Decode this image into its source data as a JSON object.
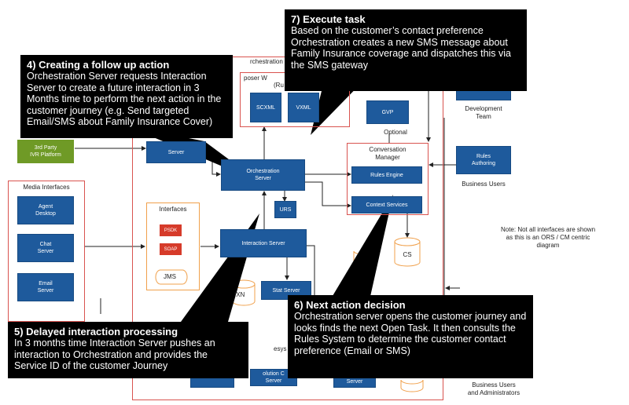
{
  "diagram": {
    "frame_partial_title": "rchestration",
    "composer_partial": "poser W",
    "composer_partial2": "(Ru",
    "scxml": "SCXML",
    "vxml": "VXML",
    "gvp": "GVP",
    "optional": "Optional",
    "third_party_ivr": "3rd Party\nIVR Platform",
    "partial_server": "Server",
    "orchestration_server": "Orchestration\nServer",
    "urs": "URS",
    "interaction_server": "Interaction Server",
    "stat_server": "Stat Server",
    "ixn": "IXN",
    "conversation_manager": "Conversation\nManager",
    "rules_engine": "Rules Engine",
    "context_services": "Context Services",
    "cs": "CS",
    "development_team": "Development\nTeam",
    "rules_authoring": "Rules\nAuthoring",
    "business_users": "Business Users",
    "note": "Note: Not all interfaces are shown\nas this is an ORS / CM centric\ndiagram",
    "media_interfaces": "Media Interfaces",
    "agent_desktop": "Agent\nDesktop",
    "chat_server": "Chat\nServer",
    "email_server": "Email\nServer",
    "interfaces": "Interfaces",
    "psdk": "PSDK",
    "soap": "SOAP",
    "jms": "JMS",
    "bottom_partial_1": "esys P",
    "bottom_partial_2": "olution C\nServer",
    "bottom_partial_3": "Server",
    "business_users_admins": "Business Users\nand Administrators"
  },
  "callouts": {
    "c4": {
      "title": "4) Creating a follow up action",
      "body": "Orchestration Server requests Interaction Server to create a future interaction in 3 Months time to perform the next action in the customer journey (e.g. Send targeted Email/SMS about Family Insurance Cover)"
    },
    "c7": {
      "title": "7) Execute task",
      "body": "Based on the customer’s contact preference Orchestration creates a new SMS message about Family Insurance coverage and dispatches this via the SMS gateway"
    },
    "c5": {
      "title": "5) Delayed interaction processing",
      "body": "In 3 months time Interaction Server pushes an interaction to Orchestration and provides the Service ID of the customer Journey"
    },
    "c6": {
      "title": "6) Next action decision",
      "body": "Orchestration server opens the customer journey and looks finds the next Open Task. It then consults the Rules System to determine the customer contact preference (Email or SMS)"
    }
  },
  "colors": {
    "node_blue": "#1e5a9c",
    "ivr_green": "#6f9a26",
    "frame_red": "#d9534f",
    "frame_orange": "#f0a04b",
    "callout_black": "#000000"
  }
}
